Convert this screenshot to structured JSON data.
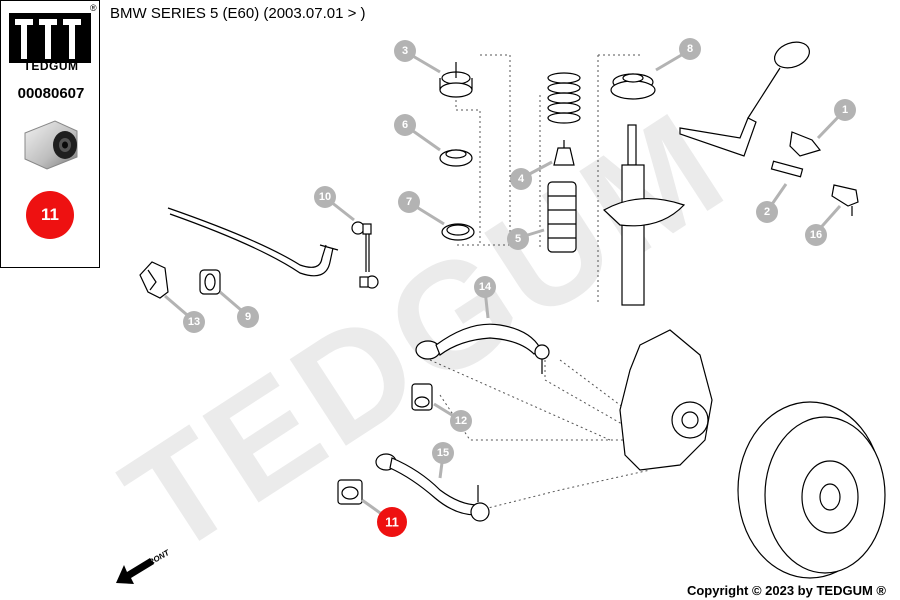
{
  "header": {
    "title": "BMW SERIES 5 (E60)  (2003.07.01 > )"
  },
  "sidebar": {
    "brand": "TEDGUM",
    "part_number": "00080607",
    "badge_number": "11"
  },
  "watermark": "TEDGUM",
  "front_label": "FRONT",
  "footer": {
    "copyright": "Copyright © 2023 by TEDGUM ®"
  },
  "callouts": [
    {
      "id": "c1",
      "label": "1"
    },
    {
      "id": "c2",
      "label": "2"
    },
    {
      "id": "c3",
      "label": "3"
    },
    {
      "id": "c4",
      "label": "4"
    },
    {
      "id": "c5",
      "label": "5"
    },
    {
      "id": "c6",
      "label": "6"
    },
    {
      "id": "c7",
      "label": "7"
    },
    {
      "id": "c8",
      "label": "8"
    },
    {
      "id": "c9",
      "label": "9"
    },
    {
      "id": "c10",
      "label": "10"
    },
    {
      "id": "c11",
      "label": "11",
      "highlighted": true
    },
    {
      "id": "c12",
      "label": "12"
    },
    {
      "id": "c13",
      "label": "13"
    },
    {
      "id": "c14",
      "label": "14"
    },
    {
      "id": "c15",
      "label": "15"
    },
    {
      "id": "c16",
      "label": "16"
    }
  ],
  "colors": {
    "callout": "#b3b3b3",
    "highlight": "#ee1111",
    "line": "#000000",
    "watermark": "#ebebeb"
  }
}
